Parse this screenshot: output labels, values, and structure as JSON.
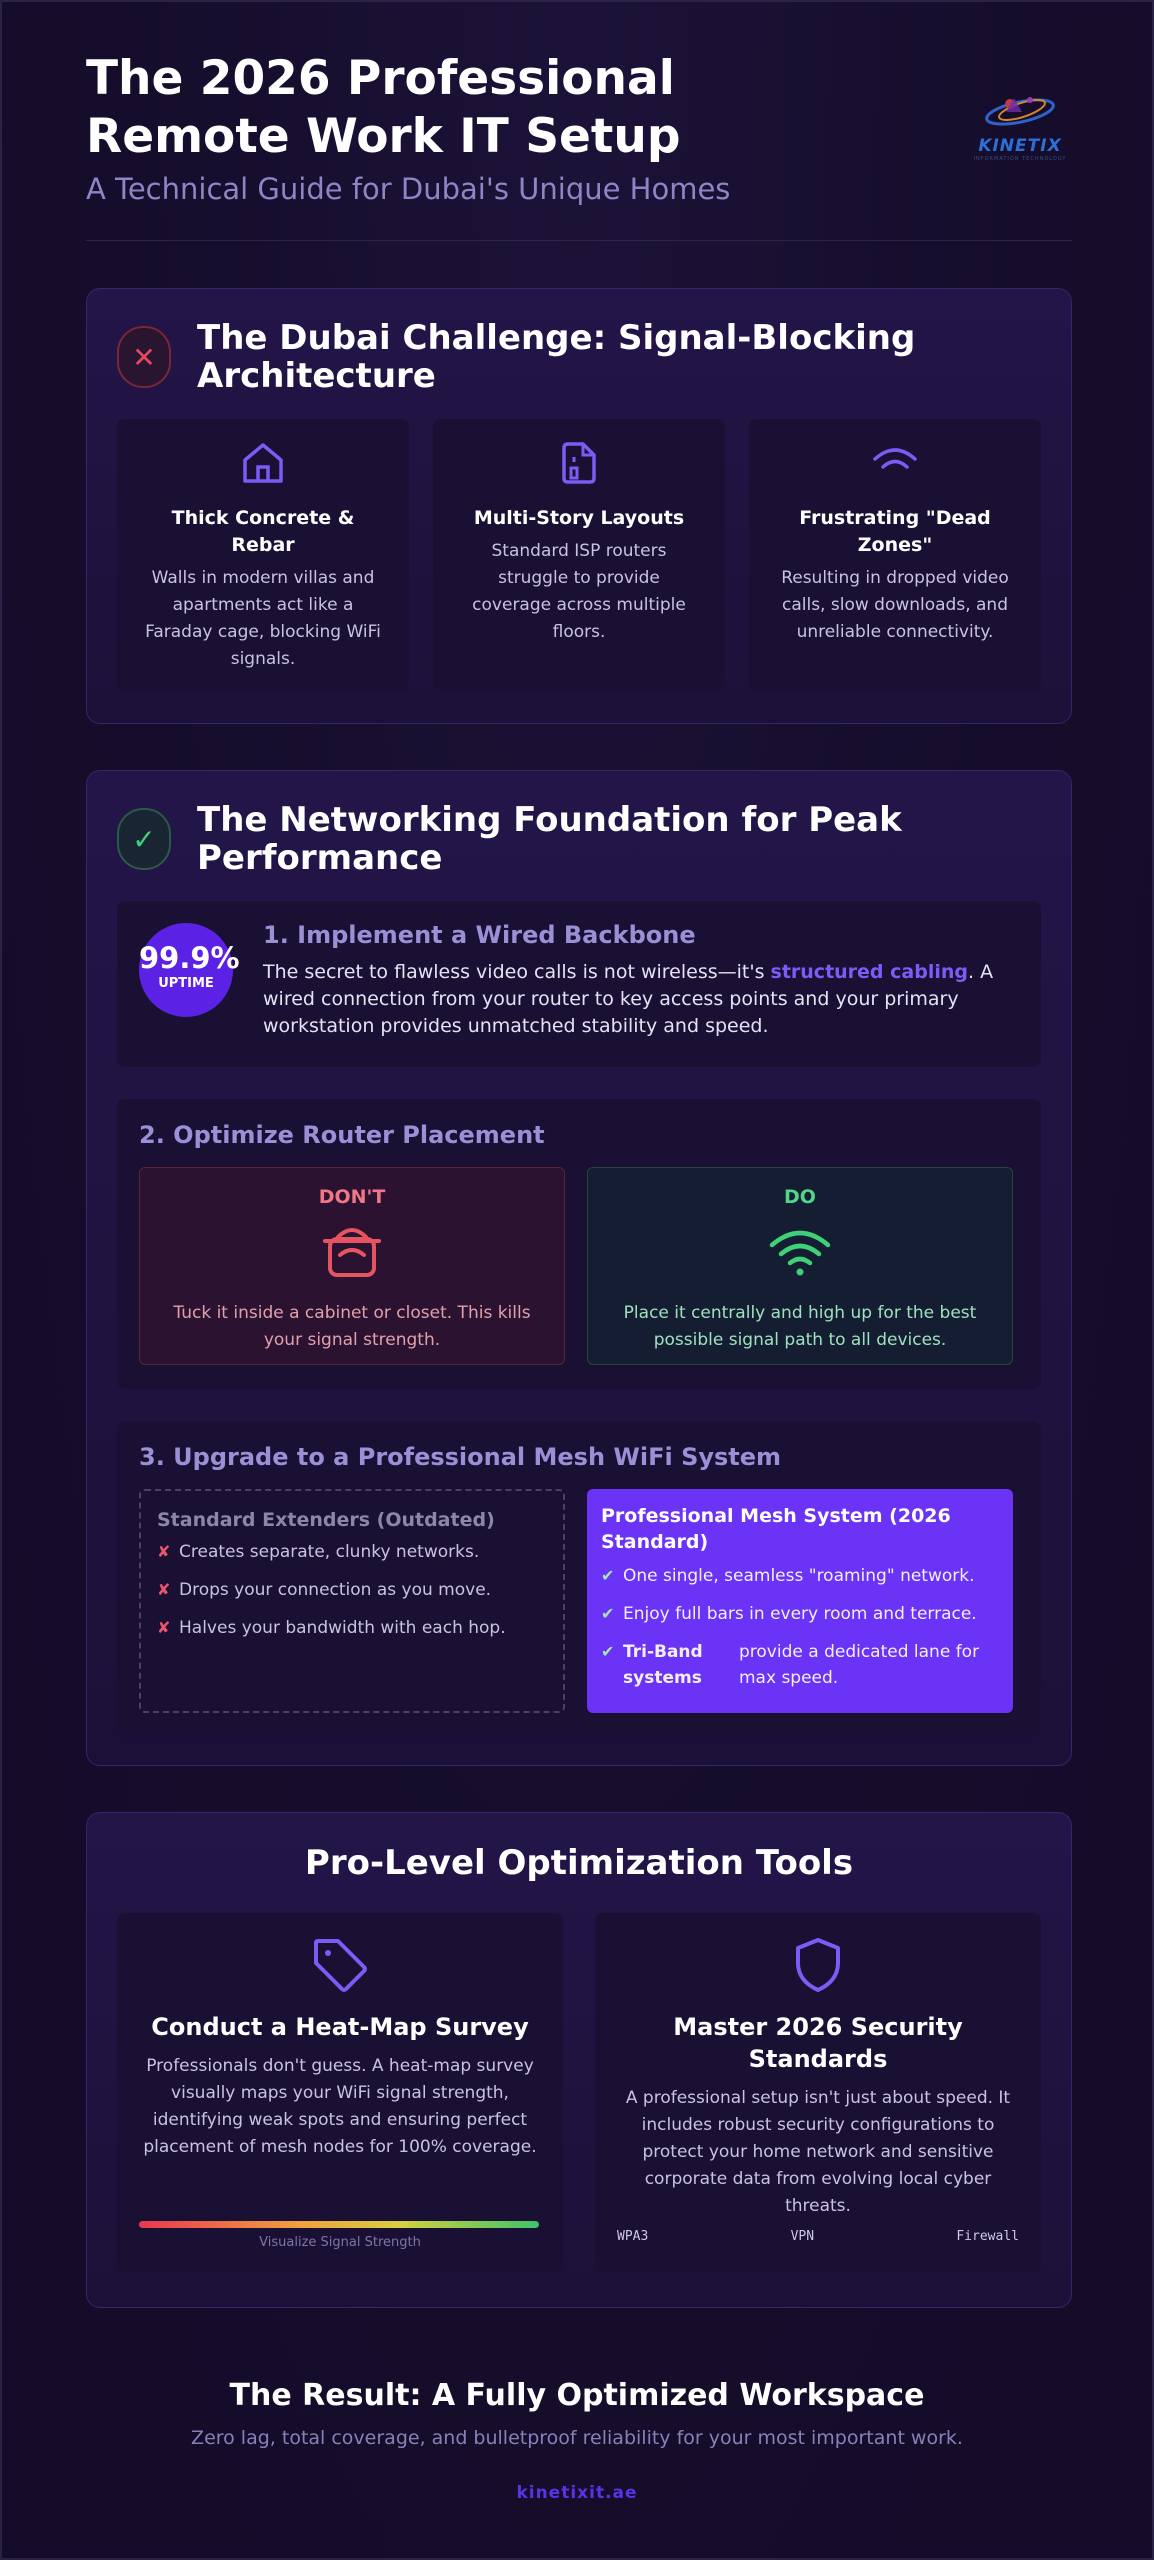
{
  "header": {
    "title_line1": "The 2026 Professional",
    "title_line2": "Remote Work IT Setup",
    "subtitle": "A Technical Guide for Dubai's Unique Homes",
    "logo_text": "KINETIX",
    "logo_tagline": "INFORMATION TECHNOLOGY"
  },
  "challenge": {
    "icon": "x-icon",
    "title": "The Dubai Challenge: Signal-Blocking Architecture",
    "items": [
      {
        "icon": "house-icon",
        "heading": "Thick Concrete & Rebar",
        "text": "Walls in modern villas and apartments act like a Faraday cage, blocking WiFi signals."
      },
      {
        "icon": "building-icon",
        "heading": "Multi-Story Layouts",
        "text": "Standard ISP routers struggle to provide coverage across multiple floors."
      },
      {
        "icon": "weak-wifi-icon",
        "heading": "Frustrating \"Dead Zones\"",
        "text": "Resulting in dropped video calls, slow downloads, and unreliable connectivity."
      }
    ]
  },
  "foundation": {
    "icon": "check-icon",
    "title": "The Networking Foundation for Peak Performance",
    "step1": {
      "badge_value": "99.9%",
      "badge_label": "UPTIME",
      "heading": "1. Implement a Wired Backbone",
      "text_before": "The secret to flawless video calls is not wireless—it's ",
      "highlight": "structured cabling",
      "text_after": ". A wired connection from your router to key access points and your primary workstation provides unmatched stability and speed."
    },
    "step2": {
      "heading": "2. Optimize Router Placement",
      "dont": {
        "label": "DON'T",
        "icon": "router-enclosed-icon",
        "text": "Tuck it inside a cabinet or closet. This kills your signal strength."
      },
      "do": {
        "label": "DO",
        "icon": "wifi-icon",
        "text": "Place it centrally and high up for the best possible signal path to all devices."
      }
    },
    "step3": {
      "heading": "3. Upgrade to a Professional Mesh WiFi System",
      "old": {
        "heading": "Standard Extenders (Outdated)",
        "mark": "✘",
        "items": [
          "Creates separate, clunky networks.",
          "Drops your connection as you move.",
          "Halves your bandwidth with each hop."
        ]
      },
      "new": {
        "heading": "Professional Mesh System (2026 Standard)",
        "mark": "✔",
        "items": [
          "One single, seamless \"roaming\" network.",
          "Enjoy full bars in every room and terrace."
        ],
        "tri_band_bold": "Tri-Band systems",
        "tri_band_text": "provide a dedicated lane for max speed."
      }
    }
  },
  "tools": {
    "title": "Pro-Level Optimization Tools",
    "heatmap": {
      "icon": "tag-icon",
      "heading": "Conduct a Heat-Map Survey",
      "text": "Professionals don't guess. A heat-map survey visually maps your WiFi signal strength, identifying weak spots and ensuring perfect placement of mesh nodes for 100% coverage.",
      "bar_label": "Visualize Signal Strength"
    },
    "security": {
      "icon": "shield-icon",
      "heading": "Master 2026 Security Standards",
      "text": "A professional setup isn't just about speed. It includes robust security configurations to protect your home network and sensitive corporate data from evolving local cyber threats.",
      "tags": [
        "WPA3",
        "VPN",
        "Firewall"
      ]
    }
  },
  "footer": {
    "heading": "The Result: A Fully Optimized Workspace",
    "text": "Zero lag, total coverage, and bulletproof reliability for your most important work.",
    "url": "kinetixit.ae"
  },
  "colors": {
    "accent": "#6a33f6",
    "danger": "#e24a5f",
    "success": "#3fd17a",
    "background": "#150d2b"
  }
}
